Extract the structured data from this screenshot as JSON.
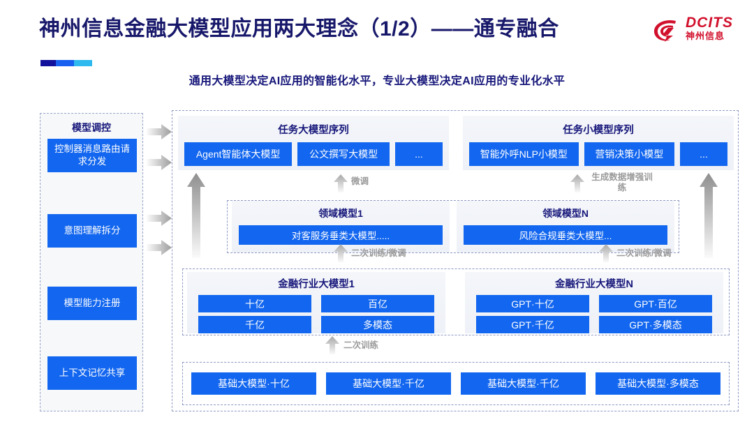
{
  "header": {
    "title": "神州信息金融大模型应用两大理念（1/2）——通专融合",
    "subtitle": "通用大模型决定AI应用的智能化水平，专业大模型决定AI应用的专业化水平",
    "logo_en": "DCITS",
    "logo_cn": "神州信息"
  },
  "control_panel": {
    "title": "模型调控",
    "items": [
      {
        "label": "控制器消息路由请求分发"
      },
      {
        "label": "意图理解拆分"
      },
      {
        "label": "模型能力注册"
      },
      {
        "label": "上下文记忆共享"
      }
    ]
  },
  "task_models": [
    {
      "title": "任务大模型序列",
      "boxes": [
        "Agent智能体大模型",
        "公文撰写大模型",
        "..."
      ]
    },
    {
      "title": "任务小模型序列",
      "boxes": [
        "智能外呼NLP小模型",
        "营销决策小模型",
        "..."
      ]
    }
  ],
  "domain_models": [
    {
      "title": "领域模型1",
      "box": "对客服务垂类大模型....."
    },
    {
      "title": "领域模型N",
      "box": "风险合规垂类大模型..."
    }
  ],
  "industry_models": [
    {
      "title": "金融行业大模型1",
      "cells": [
        "十亿",
        "百亿",
        "千亿",
        "多模态"
      ]
    },
    {
      "title": "金融行业大模型N",
      "cells": [
        "GPT·十亿",
        "GPT·百亿",
        "GPT·千亿",
        "GPT·多模态"
      ]
    }
  ],
  "base_models": {
    "boxes": [
      "基础大模型·十亿",
      "基础大模型·千亿",
      "基础大模型·千亿",
      "基础大模型·多模态"
    ]
  },
  "arrow_labels": {
    "fine_tune": "微调",
    "data_augment": "生成数据增强训练",
    "retrain_finetune_left": "二次训练/微调",
    "retrain_finetune_right": "二次训练/微调",
    "retrain": "二次训练"
  },
  "colors": {
    "brand_blue": "#1266ef",
    "title_navy": "#18186b",
    "logo_red": "#d1102c",
    "arrow_gray": "#b8b8b8"
  }
}
